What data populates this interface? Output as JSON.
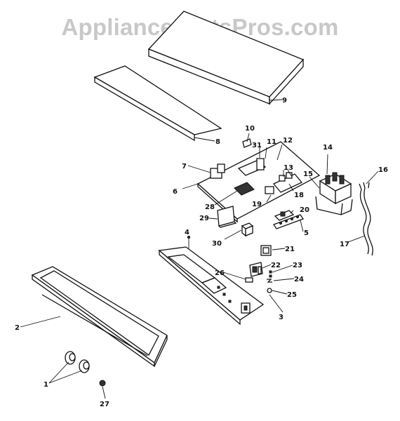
{
  "watermark": "AppliancePartsPros.com",
  "callouts": {
    "c1": "1",
    "c2": "2",
    "c3": "3",
    "c4": "4",
    "c5": "5",
    "c6": "6",
    "c7": "7",
    "c8": "8",
    "c9": "9",
    "c10": "10",
    "c11": "11",
    "c12": "12",
    "c13": "13",
    "c14": "14",
    "c15": "15",
    "c16": "16",
    "c17": "17",
    "c18": "18",
    "c19": "19",
    "c20": "20",
    "c21": "21",
    "c22": "22",
    "c23": "23",
    "c24": "24",
    "c25": "25",
    "c26": "26",
    "c27": "27",
    "c28": "28",
    "c29": "29",
    "c30": "30",
    "c31": "31"
  }
}
